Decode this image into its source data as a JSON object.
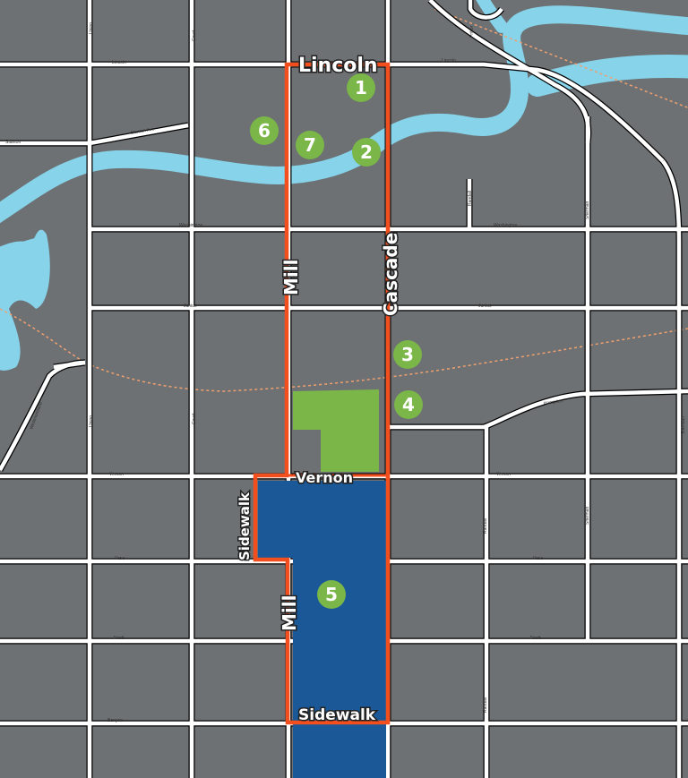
{
  "colors": {
    "background": "#6d7173",
    "road": "#ffffff",
    "road_casing": "#000000",
    "water": "#86d3ea",
    "park": "#7ab648",
    "district": "#1a5898",
    "route": "#f24e1e",
    "marker": "#7ab648",
    "railway": "#f0a070"
  },
  "route_labels": {
    "lincoln": "Lincoln",
    "mill_north": "Mill",
    "cascade": "Cascade",
    "vernon": "Vernon",
    "sidewalk_west": "Sidewalk",
    "mill_south": "Mill",
    "sidewalk_south": "Sidewalk"
  },
  "street_labels": {
    "lincoln_west": "Lincoln",
    "lincoln_east": "Lincoln",
    "stanton": "Stanton",
    "stanton_ave": "Stanton Ave",
    "washington_west": "Washington",
    "washington_east": "Washington",
    "junius_west": "Junius",
    "junius_east": "Junius",
    "hampden": "Hampden",
    "vernon_west": "Vernon",
    "vernon_east": "Vernon",
    "vasa_west": "Vasa",
    "vasa_east": "Vasa",
    "alcott_west": "Alcott",
    "alcott_east": "Alcott",
    "banyon": "Banyon",
    "union_north": "Union",
    "union_south": "Union",
    "court_north": "Court",
    "court_south": "Court",
    "pribor": "Pribor",
    "sherman_north": "Sherman",
    "sherman_south": "Sherman",
    "sheridan": "Sheridan",
    "randall_north": "Randall",
    "randall_mid": "Randall",
    "randall_south": "Randall",
    "westmoreland": "Westmoreland"
  },
  "markers": [
    "1",
    "2",
    "3",
    "4",
    "5",
    "6",
    "7"
  ]
}
